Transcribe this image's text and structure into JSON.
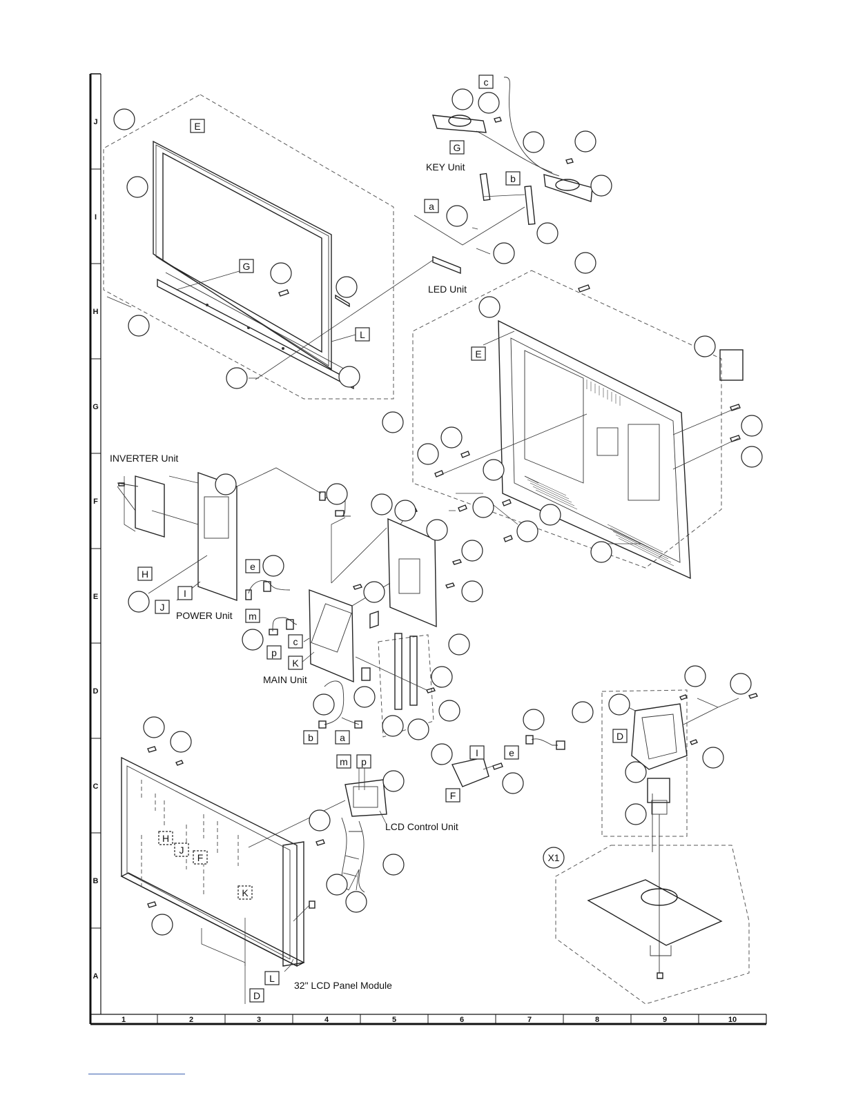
{
  "grid": {
    "columns": [
      "1",
      "2",
      "3",
      "4",
      "5",
      "6",
      "7",
      "8",
      "9",
      "10"
    ],
    "rows": [
      "J",
      "I",
      "H",
      "G",
      "F",
      "E",
      "D",
      "C",
      "B",
      "A"
    ]
  },
  "unit_labels": {
    "key_unit": "KEY Unit",
    "led_unit": "LED Unit",
    "inverter_unit": "INVERTER Unit",
    "power_unit": "POWER Unit",
    "main_unit": "MAIN Unit",
    "lcd_control_unit": "LCD Control Unit",
    "lcd_panel_module": "32\" LCD Panel Module"
  },
  "connector_tags": {
    "E_front": "E",
    "G_front": "G",
    "L_front": "L",
    "c_speaker": "c",
    "G_speaker": "G",
    "b_key": "b",
    "a_led": "a",
    "E_rear": "E",
    "H_inv": "H",
    "e_pow": "e",
    "I_pow": "I",
    "J_pow": "J",
    "m_cable": "m",
    "p_cable": "p",
    "c_main": "c",
    "K_main": "K",
    "b_cable": "b",
    "a_cable": "a",
    "I_bracket": "I",
    "e_bracket": "e",
    "F_bracket": "F",
    "D_stand": "D",
    "X1_stand": "X1",
    "m_lcd": "m",
    "p_lcd": "p",
    "H_panel": "H",
    "J_panel": "J",
    "F_panel": "F",
    "K_panel": "K",
    "L_panel": "L",
    "D_panel": "D"
  }
}
